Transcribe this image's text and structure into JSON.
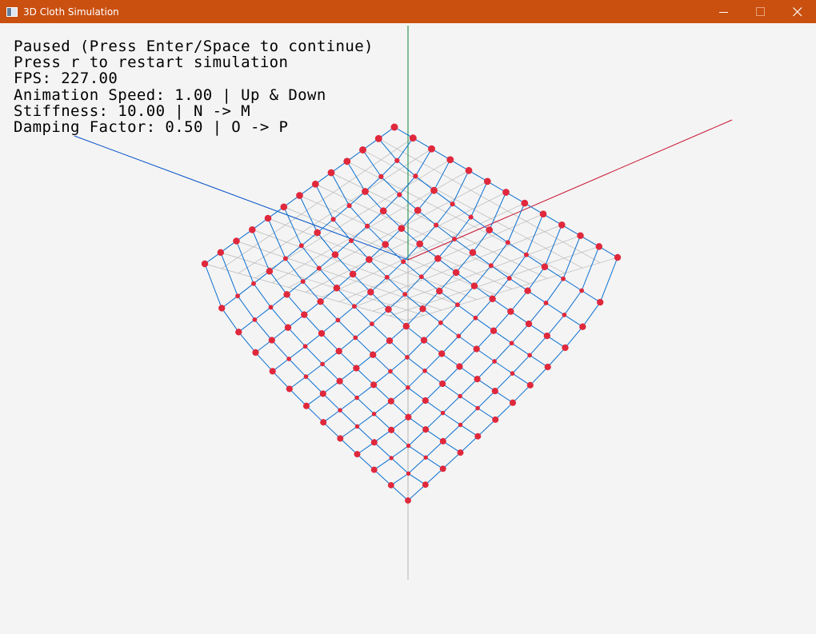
{
  "window": {
    "title": "3D Cloth Simulation",
    "titlebar_color": "#ca5010",
    "controls": [
      {
        "icon": "minimize-icon",
        "enabled": true
      },
      {
        "icon": "maximize-icon",
        "enabled": false
      },
      {
        "icon": "close-icon",
        "enabled": true
      }
    ]
  },
  "hud": {
    "status": "Paused (Press Enter/Space to continue)",
    "restart_hint": "Press r to restart simulation",
    "fps": "FPS: 227.00",
    "animation_speed": "Animation Speed: 1.00 | Up & Down",
    "stiffness": "Stiffness: 10.00 | N -> M",
    "damping": "Damping Factor: 0.50 | O -> P"
  },
  "scene": {
    "background": "#f4f4f4",
    "axis_colors": {
      "x": "#c8102e",
      "y": "#0a8a3a",
      "z": "#0050c8"
    },
    "grid_color": "#b9b9b9",
    "cloth": {
      "link_color": "#0a6fd0",
      "node_color": "#e0283c",
      "resolution": 12
    }
  }
}
